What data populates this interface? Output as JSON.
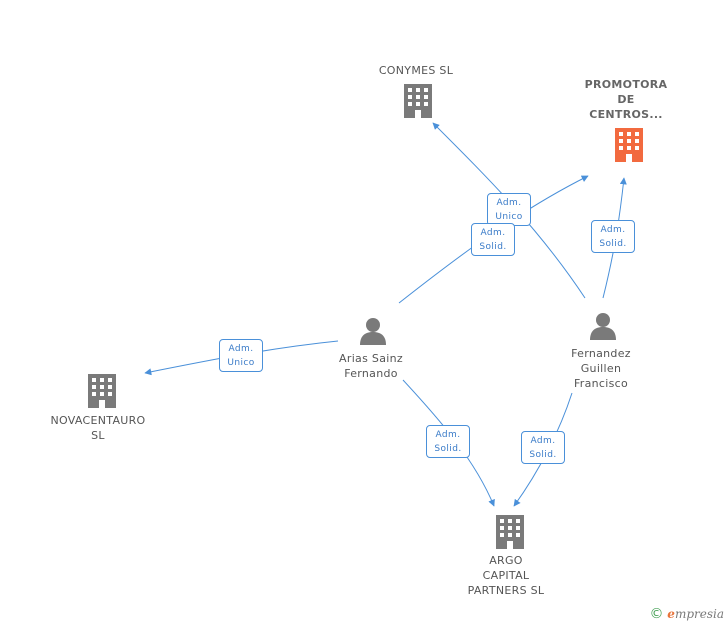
{
  "colors": {
    "edge": "#4a90d9",
    "company": "#7a7a7a",
    "main_company": "#f26a3f",
    "person": "#7a7a7a"
  },
  "companies": {
    "conymes": {
      "name": "CONYMES SL",
      "icon": "building-icon"
    },
    "promotora": {
      "name": "PROMOTORA\nDE\nCENTROS...",
      "icon": "building-icon"
    },
    "novacentauro": {
      "name": "NOVACENTAURO\nSL",
      "icon": "building-icon"
    },
    "argo": {
      "name": "ARGO\nCAPITAL\nPARTNERS SL",
      "icon": "building-icon"
    }
  },
  "persons": {
    "arias": {
      "name": "Arias Sainz\nFernando",
      "icon": "person-icon"
    },
    "fernandez": {
      "name": "Fernandez\nGuillen\nFrancisco",
      "icon": "person-icon"
    }
  },
  "relations": {
    "arias_conymes": {
      "line1": "Adm.",
      "line2": "Unico"
    },
    "arias_promotora": {
      "line1": "Adm.",
      "line2": "Solid."
    },
    "fernandez_promotora": {
      "line1": "Adm.",
      "line2": "Solid."
    },
    "arias_novacentauro": {
      "line1": "Adm.",
      "line2": "Unico"
    },
    "arias_argo": {
      "line1": "Adm.",
      "line2": "Solid."
    },
    "fernandez_argo": {
      "line1": "Adm.",
      "line2": "Solid."
    }
  },
  "footer": {
    "copyright": "©",
    "brand_initial": "e",
    "brand_rest": "mpresia"
  }
}
